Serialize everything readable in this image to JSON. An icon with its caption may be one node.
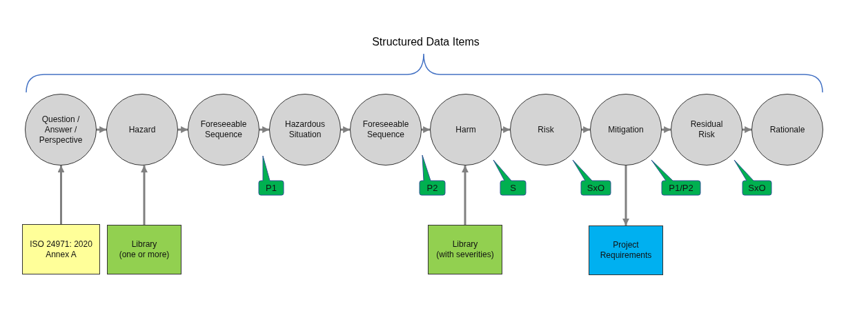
{
  "diagram": {
    "title": "Structured Data Items",
    "nodes": [
      {
        "text": [
          "Question / Answer / Perspective"
        ]
      },
      {
        "text": [
          "Hazard"
        ]
      },
      {
        "text": [
          "Foreseeable Sequence"
        ]
      },
      {
        "text": [
          "Hazardous Situation"
        ]
      },
      {
        "text": [
          "Foreseeable Sequence"
        ]
      },
      {
        "text": [
          "Harm"
        ]
      },
      {
        "text": [
          "Risk"
        ]
      },
      {
        "text": [
          "Mitigation"
        ]
      },
      {
        "text": [
          "Residual Risk"
        ]
      },
      {
        "text": [
          "Rationale"
        ]
      },
      {
        "text": [
          "P1"
        ]
      },
      {
        "text": [
          "P2"
        ]
      },
      {
        "text": [
          "S"
        ]
      },
      {
        "text": [
          "SxO"
        ]
      },
      {
        "text": [
          "P1/P2"
        ]
      },
      {
        "text": [
          "SxO"
        ]
      },
      {
        "text": [
          "ISO 24971: 2020",
          "Annex A"
        ]
      },
      {
        "text": [
          "Library",
          "(one or more)"
        ]
      },
      {
        "text": [
          "Library",
          "(with severities)"
        ]
      },
      {
        "text": [
          "Project Requirements"
        ]
      }
    ],
    "edges": [
      {
        "from": 0,
        "to": 1,
        "arrow": "to"
      },
      {
        "from": 1,
        "to": 2,
        "arrow": "to"
      },
      {
        "from": 2,
        "to": 3,
        "arrow": "to"
      },
      {
        "from": 3,
        "to": 4,
        "arrow": "to"
      },
      {
        "from": 4,
        "to": 5,
        "arrow": "to"
      },
      {
        "from": 5,
        "to": 6,
        "arrow": "to"
      },
      {
        "from": 6,
        "to": 7,
        "arrow": "to"
      },
      {
        "from": 7,
        "to": 8,
        "arrow": "to"
      },
      {
        "from": 8,
        "to": 9,
        "arrow": "to"
      },
      {
        "from": 16,
        "to": 0,
        "arrow": "to"
      },
      {
        "from": 17,
        "to": 1,
        "arrow": "to"
      },
      {
        "from": 18,
        "to": 5,
        "arrow": "to"
      },
      {
        "from": 7,
        "to": 19,
        "arrow": "to"
      }
    ]
  }
}
